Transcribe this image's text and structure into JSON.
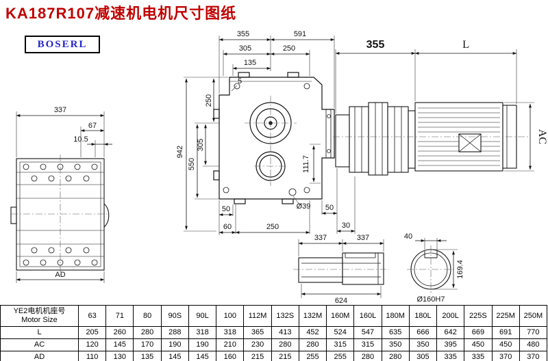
{
  "title": "KA187R107减速机电机尺寸图纸",
  "logo": "BOSERL",
  "dims": {
    "front": {
      "width337": "337",
      "d67": "67",
      "d10_5": "10.5",
      "ad": "AD"
    },
    "main": {
      "d355": "355",
      "d591": "591",
      "d305top": "305",
      "d250top": "250",
      "d135": "135",
      "d5": "5",
      "d250left": "250",
      "d305left": "305",
      "d550": "550",
      "d942": "942",
      "d111_7": "111.7",
      "d50a": "50",
      "d60": "60",
      "d250bottom": "250",
      "dia39": "Ø39",
      "d50b": "50",
      "d30": "30"
    },
    "motor": {
      "d355": "355",
      "l": "L",
      "ac": "AC"
    },
    "shaft": {
      "d337a": "337",
      "d337b": "337",
      "d624": "624"
    },
    "section": {
      "d40": "40",
      "d169_4": "169.4",
      "dia160": "Ø160H7"
    }
  },
  "table": {
    "header_line1": "YE2电机机座号",
    "header_line2": "Motor Size",
    "sizes": [
      "63",
      "71",
      "80",
      "90S",
      "90L",
      "100",
      "112M",
      "132S",
      "132M",
      "160M",
      "160L",
      "180M",
      "180L",
      "200L",
      "225S",
      "225M",
      "250M"
    ],
    "rows": [
      {
        "label": "L",
        "values": [
          "205",
          "260",
          "280",
          "288",
          "318",
          "318",
          "365",
          "413",
          "452",
          "524",
          "547",
          "635",
          "666",
          "642",
          "669",
          "691",
          "770"
        ]
      },
      {
        "label": "AC",
        "values": [
          "120",
          "145",
          "170",
          "190",
          "190",
          "210",
          "230",
          "280",
          "280",
          "315",
          "315",
          "350",
          "350",
          "395",
          "450",
          "450",
          "480"
        ]
      },
      {
        "label": "AD",
        "values": [
          "110",
          "130",
          "135",
          "145",
          "145",
          "160",
          "215",
          "215",
          "255",
          "255",
          "280",
          "280",
          "305",
          "335",
          "335",
          "370",
          "370"
        ]
      }
    ]
  }
}
